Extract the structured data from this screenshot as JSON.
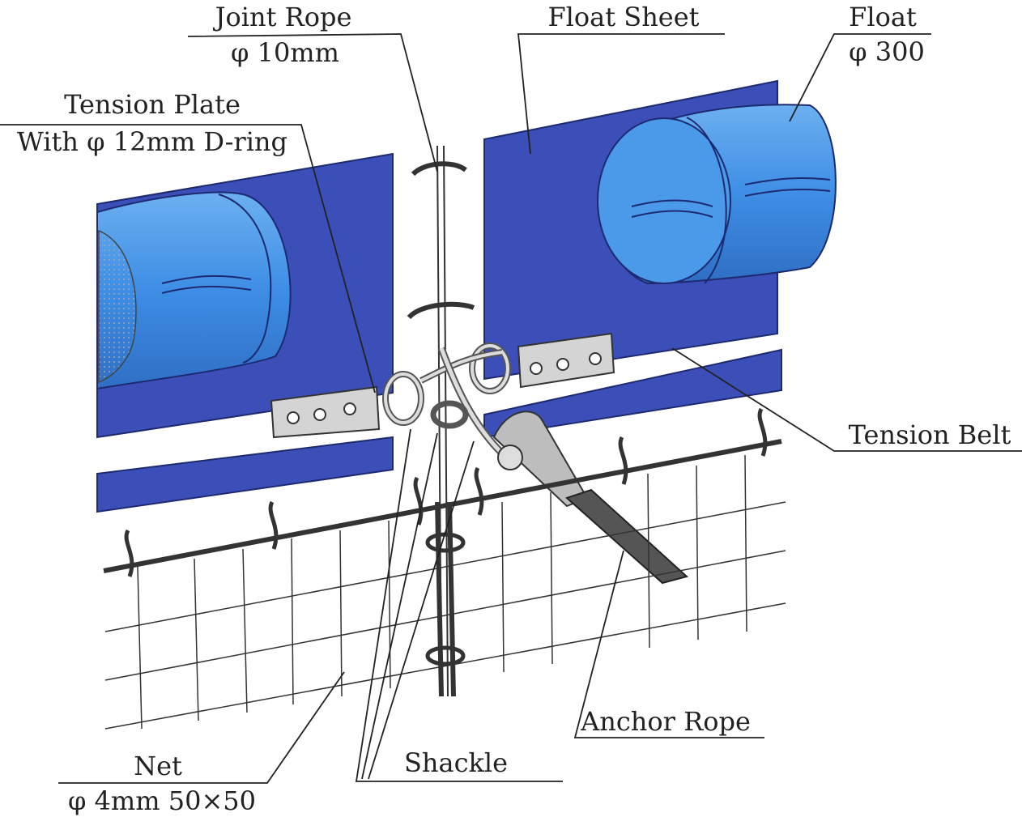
{
  "labels": {
    "joint_rope": "Joint Rope",
    "joint_rope_size": "φ 10mm",
    "float_sheet": "Float Sheet",
    "float": "Float",
    "float_size": "φ 300",
    "tension_plate": "Tension Plate",
    "tension_plate_detail": "With  φ 12mm D-ring",
    "tension_belt": "Tension Belt",
    "anchor_rope": "Anchor Rope",
    "shackle": "Shackle",
    "net": "Net",
    "net_size": "φ 4mm 50×50"
  },
  "colors": {
    "float_sheet": "#3c4fb8",
    "float_sheet_dark": "#2b3a96",
    "float_body": "#3e8ee6",
    "float_light": "#6bb0f0",
    "metal": "#c8c8c8",
    "net_line": "#333333",
    "leader_line": "#222222"
  }
}
